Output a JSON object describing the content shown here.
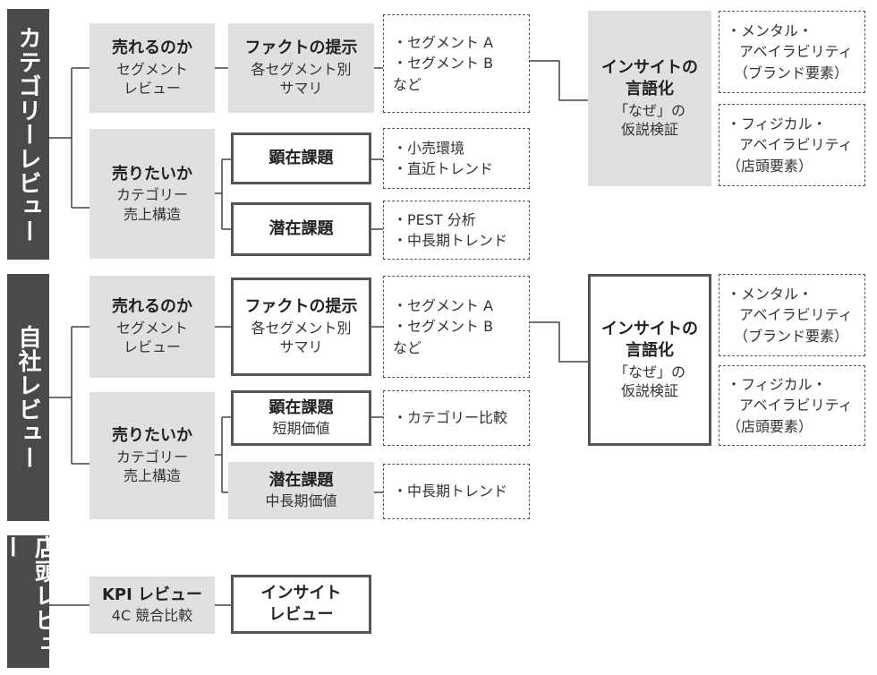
{
  "sections": [
    {
      "label": "カテゴリーレビュー",
      "sell_view": {
        "title": "売れるのか",
        "sub1": "セグメント",
        "sub2": "レビュー"
      },
      "fact": {
        "title": "ファクトの提示",
        "sub1": "各セグメント別",
        "sub2": "サマリ"
      },
      "fact_notes": [
        "・セグメント A",
        "・セグメント B",
        "など"
      ],
      "want_view": {
        "title": "売りたいか",
        "sub1": "カテゴリー",
        "sub2": "売上構造"
      },
      "overt": {
        "title": "顕在課題",
        "sub": ""
      },
      "overt_notes": [
        "・小売環境",
        "・直近トレンド"
      ],
      "latent": {
        "title": "潜在課題",
        "sub": ""
      },
      "latent_notes": [
        "・PEST 分析",
        "・中長期トレンド"
      ],
      "insight": {
        "title1": "インサイトの",
        "title2": "言語化",
        "sub1": "「なぜ」の",
        "sub2": "仮説検証"
      },
      "avail_mental": [
        "・メンタル・",
        "アベイラビリティ",
        "（ブランド要素）"
      ],
      "avail_physical": [
        "・フィジカル・",
        "アベイラビリティ",
        "（店頭要素）"
      ]
    },
    {
      "label": "自社レビュー",
      "sell_view": {
        "title": "売れるのか",
        "sub1": "セグメント",
        "sub2": "レビュー"
      },
      "fact": {
        "title": "ファクトの提示",
        "sub1": "各セグメント別",
        "sub2": "サマリ"
      },
      "fact_notes": [
        "・セグメント A",
        "・セグメント B",
        "など"
      ],
      "want_view": {
        "title": "売りたいか",
        "sub1": "カテゴリー",
        "sub2": "売上構造"
      },
      "overt": {
        "title": "顕在課題",
        "sub": "短期価値"
      },
      "overt_notes": [
        "・カテゴリー比較"
      ],
      "latent": {
        "title": "潜在課題",
        "sub": "中長期価値"
      },
      "latent_notes": [
        "・中長期トレンド"
      ],
      "insight": {
        "title1": "インサイトの",
        "title2": "言語化",
        "sub1": "「なぜ」の",
        "sub2": "仮説検証"
      },
      "avail_mental": [
        "・メンタル・",
        "アベイラビリティ",
        "（ブランド要素）"
      ],
      "avail_physical": [
        "・フィジカル・",
        "アベイラビリティ",
        "（店頭要素）"
      ]
    },
    {
      "label": "店頭レビュー",
      "kpi": {
        "title": "KPI レビュー",
        "sub": "4C 競合比較"
      },
      "insight_review": {
        "line1": "インサイト",
        "line2": "レビュー"
      }
    }
  ]
}
